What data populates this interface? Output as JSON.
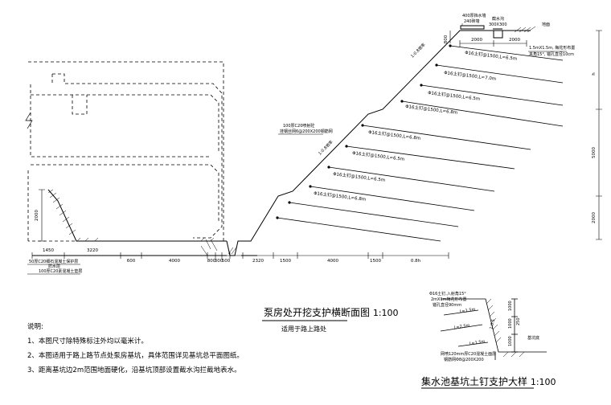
{
  "main_title": {
    "name": "泵房处开挖支护横断面图",
    "scale": "1:100",
    "subtitle": "适用于路上路处"
  },
  "detail_title": {
    "name": "集水池基坑土钉支护大样",
    "scale": "1:100"
  },
  "notes": {
    "heading": "说明:",
    "items": [
      "1、本图尺寸除特殊标注外均以毫米计。",
      "2、本图适用于路上路节点处泵房基坑，具体范围详见基坑总平面图纸。",
      "3、距离基坑边2m范围地面硬化，沿基坑顶部设置截水沟拦截地表水。"
    ]
  },
  "labels": {
    "top_note1": "400厚挡水墙",
    "top_note2": "240砖墙",
    "gutter": "截水沟",
    "gutter_size": "300X300",
    "ground": "地面",
    "mesh1": "1.5mX1.5m, 梅花形布置",
    "mesh2": "夹角15°, 锚孔直径10cm",
    "slope_upper": "1:0.8坡率",
    "slope_lower": "1:0.8坡率",
    "berm1": "100厚C20喷射砼",
    "berm2": "挂钢丝网6@200X200钢筋网",
    "base1": "50厚C20细石混凝土保护层",
    "base2": "防水层",
    "base3": "100厚C20素混凝土垫层"
  },
  "nails": [
    "Φ16土钉@1500,L=6.5m",
    "Φ16土钉@1500,L=7.0m",
    "Φ16土钉@1500,L=6.5m",
    "Φ16土钉@1500,L=6.8m",
    "Φ16土钉@1500,L=6.8m",
    "Φ16土钉@1500,L=6.5m",
    "Φ16土钉@1500,L=6.5m",
    "Φ16土钉@1500,L=6.8m"
  ],
  "dims_bottom": [
    "1450",
    "3220",
    "600",
    "4000",
    "800",
    "300",
    "500",
    "2320",
    "1500",
    "4000",
    "1500",
    "0.8h"
  ],
  "dims_top": [
    "800",
    "2000",
    "2000"
  ],
  "dims_right": [
    "h",
    "5000",
    "2000"
  ],
  "dims_left": [
    "2000"
  ],
  "detail": {
    "n1": "Φ16土钉,入射角15°",
    "n2": "2mX1m梅花形布置",
    "n3": "锚孔直径90mm",
    "len1": "L=1.5m",
    "len2": "L=2.5m",
    "len3": "L=1.5m",
    "slope": "1:0.5",
    "pit": "基坑底",
    "b1": "网喷120mm厚C20混凝土面层",
    "b2": "钢筋网Φ8@200X200",
    "d1": "1000",
    "d2": "1000",
    "d3": "1000",
    "d4": "250"
  }
}
